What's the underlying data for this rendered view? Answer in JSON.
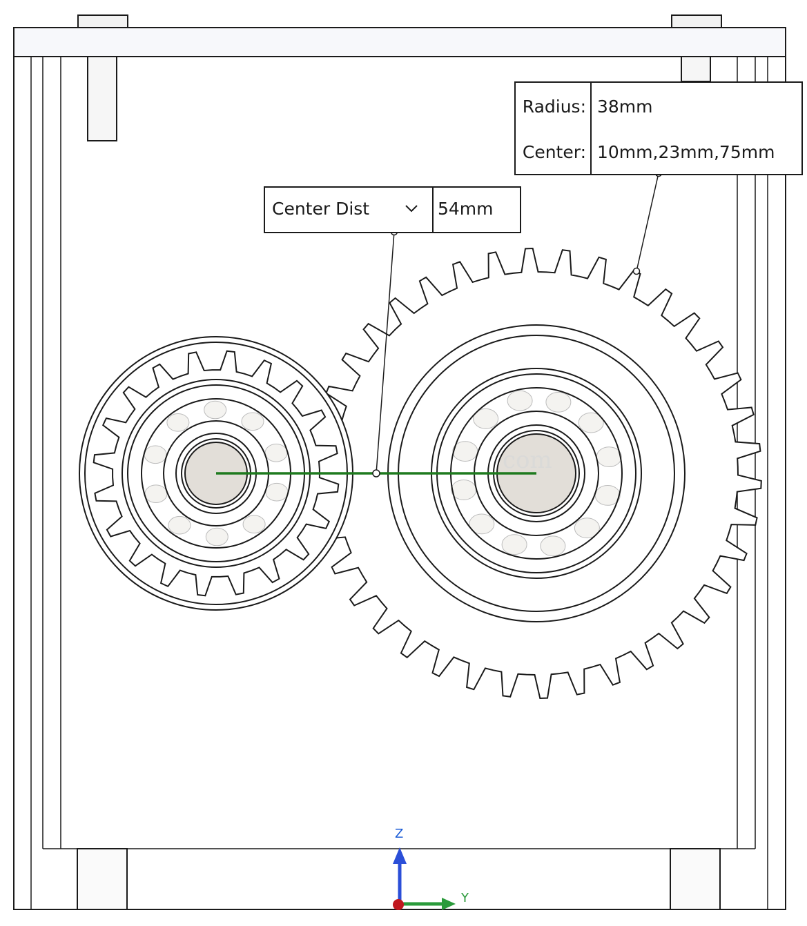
{
  "measurement": {
    "radius_label": "Radius:",
    "radius_value": "38mm",
    "center_label": "Center:",
    "center_value": "10mm,23mm,75mm"
  },
  "distance": {
    "mode_label": "Center Dist",
    "value": "54mm"
  },
  "watermark": "com",
  "triad": {
    "z_label": "Z",
    "y_label": "Y"
  },
  "colors": {
    "line": "#1a1a1a",
    "center_line": "#1e7a1e",
    "z_axis": "#2b4fd8",
    "y_axis": "#2a9a3a",
    "origin": "#c0181f",
    "shaft": "#e2ded8"
  },
  "icons": [
    "chevron-down-icon",
    "triad-icon"
  ]
}
